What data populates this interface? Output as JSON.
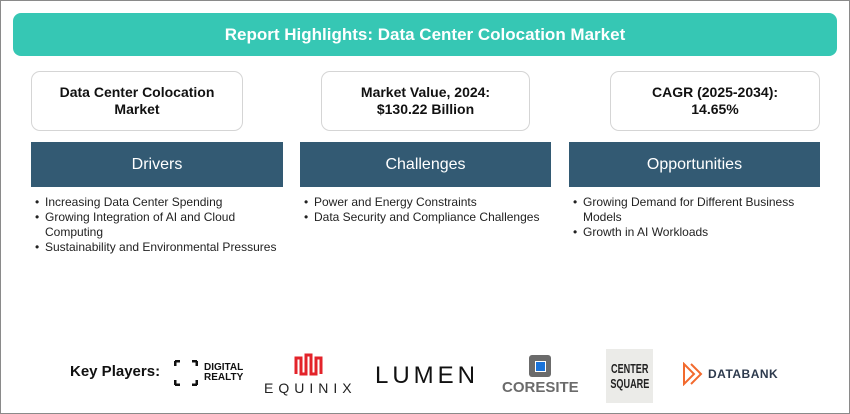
{
  "banner": {
    "title": "Report Highlights: Data Center Colocation Market"
  },
  "cards": [
    {
      "text_line1": "Data Center Colocation",
      "text_line2": "Market"
    },
    {
      "text_line1": "Market Value, 2024:",
      "text_line2": "$130.22 Billion"
    },
    {
      "text_line1": "CAGR (2025-2034):",
      "text_line2": "14.65%"
    }
  ],
  "sections": [
    {
      "title": "Drivers",
      "items": [
        "Increasing Data Center Spending",
        "Growing Integration of AI and Cloud Computing",
        "Sustainability and Environmental Pressures"
      ]
    },
    {
      "title": "Challenges",
      "items": [
        "Power and Energy Constraints",
        "Data Security and Compliance Challenges"
      ]
    },
    {
      "title": "Opportunities",
      "items": [
        "Growing Demand for Different Business Models",
        "Growth in AI Workloads"
      ]
    }
  ],
  "key_players": {
    "label": "Key Players:",
    "logos": {
      "digital_realty_1": "DIGITAL",
      "digital_realty_2": "REALTY",
      "equinix": "EQUINIX",
      "lumen": "LUMEN",
      "coresite": "CORESITE",
      "centersquare_1": "CENTER",
      "centersquare_2": "SQUARE",
      "databank": "DATABANK"
    }
  },
  "colors": {
    "banner": "#36c7b4",
    "section_header": "#335a73"
  }
}
